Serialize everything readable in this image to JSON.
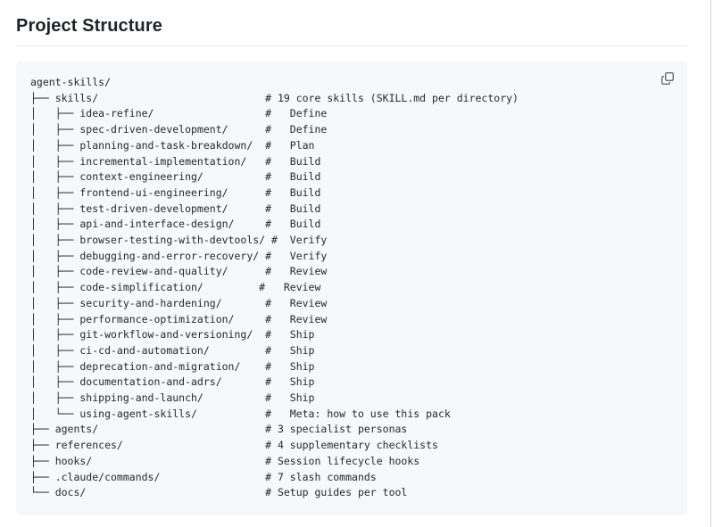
{
  "page": {
    "title": "Project Structure"
  },
  "code_block": {
    "language": "plain-text-directory-tree",
    "root": "agent-skills/",
    "lines": [
      "agent-skills/",
      "├── skills/                           # 19 core skills (SKILL.md per directory)",
      "│   ├── idea-refine/                  #   Define",
      "│   ├── spec-driven-development/      #   Define",
      "│   ├── planning-and-task-breakdown/  #   Plan",
      "│   ├── incremental-implementation/   #   Build",
      "│   ├── context-engineering/          #   Build",
      "│   ├── frontend-ui-engineering/      #   Build",
      "│   ├── test-driven-development/      #   Build",
      "│   ├── api-and-interface-design/     #   Build",
      "│   ├── browser-testing-with-devtools/ #  Verify",
      "│   ├── debugging-and-error-recovery/ #   Verify",
      "│   ├── code-review-and-quality/      #   Review",
      "│   ├── code-simplification/         #   Review",
      "│   ├── security-and-hardening/       #   Review",
      "│   ├── performance-optimization/     #   Review",
      "│   ├── git-workflow-and-versioning/  #   Ship",
      "│   ├── ci-cd-and-automation/         #   Ship",
      "│   ├── deprecation-and-migration/    #   Ship",
      "│   ├── documentation-and-adrs/       #   Ship",
      "│   ├── shipping-and-launch/          #   Ship",
      "│   └── using-agent-skills/           #   Meta: how to use this pack",
      "├── agents/                           # 3 specialist personas",
      "├── references/                       # 4 supplementary checklists",
      "├── hooks/                            # Session lifecycle hooks",
      "├── .claude/commands/                 # 7 slash commands",
      "└── docs/                             # Setup guides per tool"
    ],
    "copy_button": {
      "icon": "copy-icon",
      "aria_label": "Copy"
    }
  },
  "colors": {
    "code_background": "#f6f8fa",
    "text": "#24292f",
    "heading_text": "#1f2328",
    "heading_rule": "#e3e8ee",
    "page_border": "#d0d7de",
    "icon": "#636c76"
  }
}
